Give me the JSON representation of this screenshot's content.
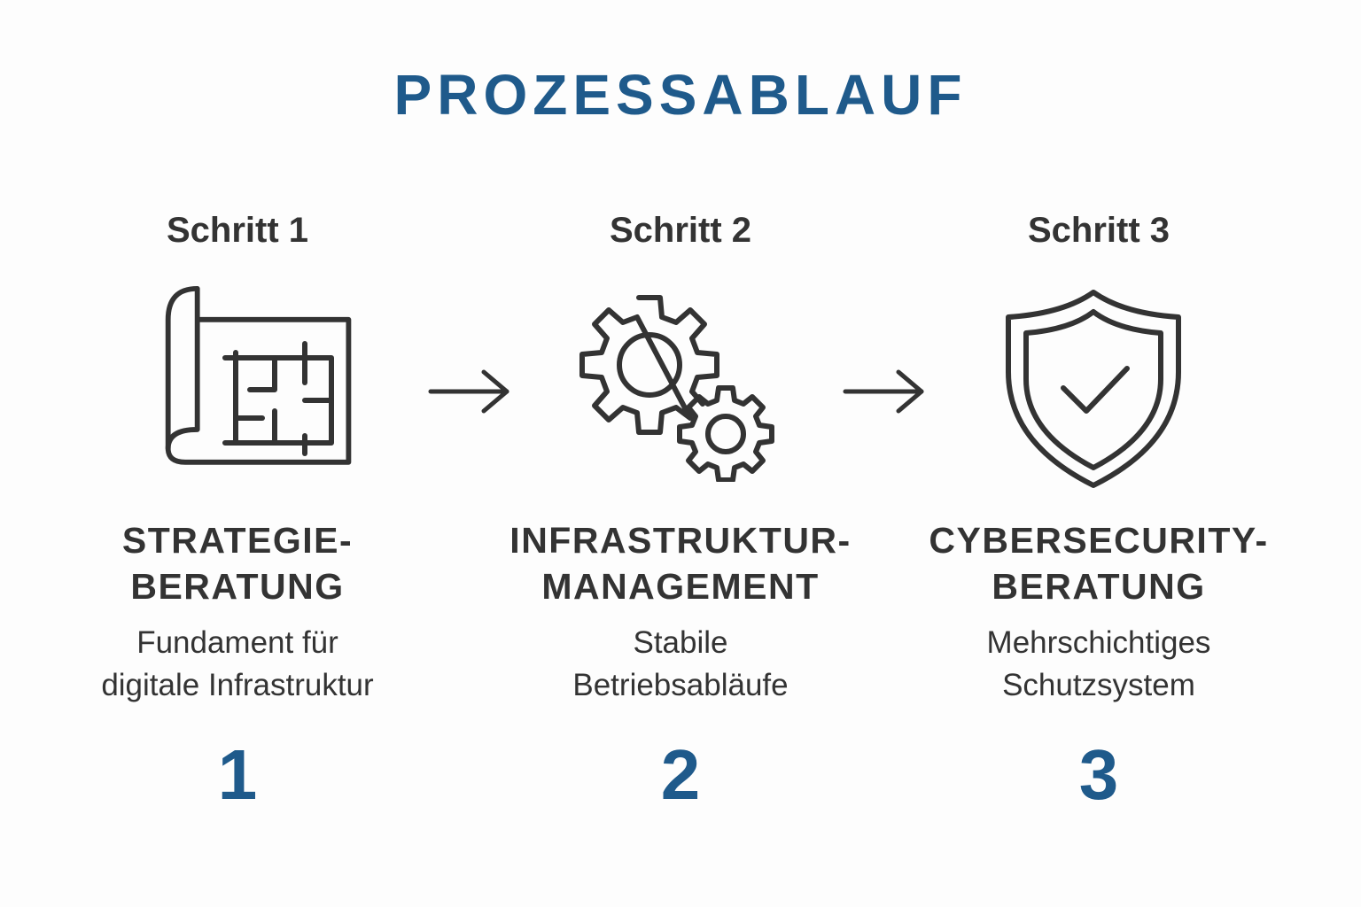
{
  "title": "PROZESSABLAUF",
  "colors": {
    "accent": "#1f5a8b",
    "text": "#333333",
    "background": "#fdfdfd"
  },
  "steps": [
    {
      "label": "Schritt 1",
      "icon": "blueprint-icon",
      "heading_line1": "STRATEGIE-",
      "heading_line2": "BERATUNG",
      "desc_line1": "Fundament für",
      "desc_line2": "digitale Infrastruktur",
      "number": "1"
    },
    {
      "label": "Schritt 2",
      "icon": "gears-icon",
      "heading_line1": "INFRASTRUKTUR-",
      "heading_line2": "MANAGEMENT",
      "desc_line1": "Stabile",
      "desc_line2": "Betriebsabläufe",
      "number": "2"
    },
    {
      "label": "Schritt 3",
      "icon": "shield-check-icon",
      "heading_line1": "CYBERSECURITY-",
      "heading_line2": "BERATUNG",
      "desc_line1": "Mehrschichtiges",
      "desc_line2": "Schutzsystem",
      "number": "3"
    }
  ],
  "connectors": [
    "arrow-right-icon",
    "arrow-right-icon"
  ]
}
